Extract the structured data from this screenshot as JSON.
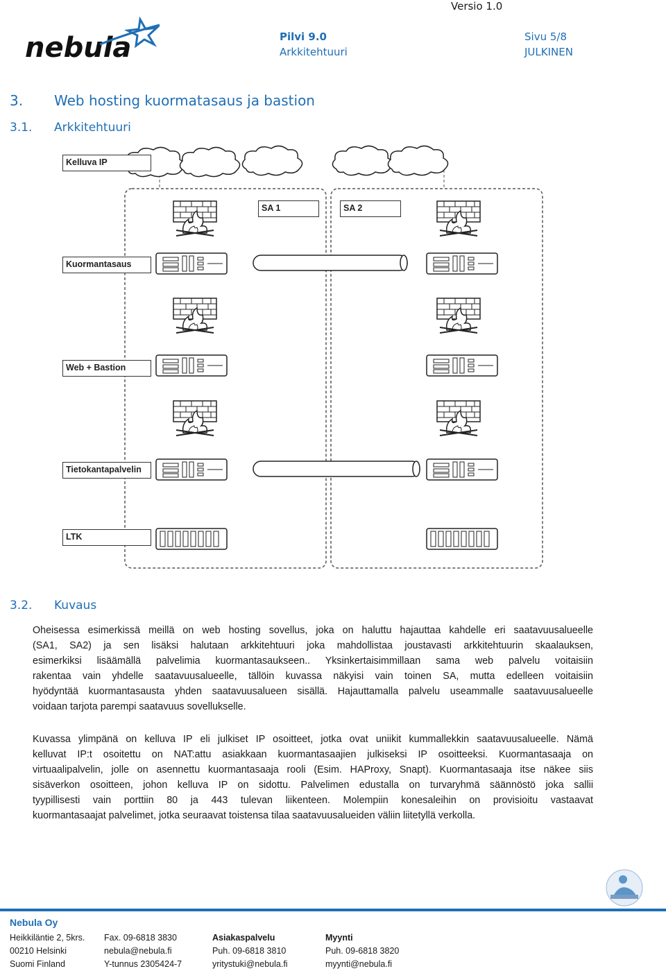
{
  "header": {
    "version": "Versio 1.0",
    "product": "Pilvi 9.0",
    "doc_title": "Arkkitehtuuri",
    "page": "Sivu 5/8",
    "classification": "JULKINEN",
    "logo_text": "nebula"
  },
  "sections": {
    "s3_number": "3.",
    "s3_title": "Web hosting kuormatasaus ja bastion",
    "s31_number": "3.1.",
    "s31_title": "Arkkitehtuuri",
    "s32_number": "3.2.",
    "s32_title": "Kuvaus"
  },
  "diagram": {
    "labels": {
      "floating_ip": "Kelluva IP",
      "sa1": "SA 1",
      "sa2": "SA 2",
      "load_balancer": "Kuormantasaus",
      "web_bastion": "Web + Bastion",
      "db_server": "Tietokantapalvelin",
      "ltk": "LTK"
    },
    "icons": [
      "cloud-icon",
      "firewall-icon",
      "server-icon",
      "storage-icon",
      "pipe-icon"
    ]
  },
  "paragraphs": {
    "p1_lines": [
      "Oheisessa esimerkissä meillä on web hosting sovellus, joka on haluttu hajauttaa kahdelle eri saatavuusalueelle",
      "(SA1, SA2) ja sen lisäksi halutaan arkkitehtuuri joka mahdollistaa joustavasti arkkitehtuurin skaalauksen,",
      "esimerkiksi lisäämällä palvelimia kuormantasaukseen.. Yksinkertaisimmillaan sama web palvelu voitaisiin",
      "rakentaa vain yhdelle saatavuusalueelle, tällöin kuvassa näkyisi vain toinen SA, mutta edelleen voitaisiin",
      "hyödyntää kuormantasausta yhden saatavuusalueen sisällä. Hajauttamalla palvelu useammalle saatavuusalueelle",
      "voidaan tarjota parempi saatavuus sovellukselle."
    ],
    "p2_lines": [
      "Kuvassa ylimpänä on kelluva IP eli julkiset IP osoitteet, jotka ovat uniikit kummallekkin saatavuusalueelle. Nämä",
      "kelluvat IP:t osoitettu on NAT:attu asiakkaan kuormantasaajien julkiseksi IP osoitteeksi. Kuormantasaaja on",
      "virtuaalipalvelin, jolle on asennettu kuormantasaaja rooli (Esim. HAProxy, Snapt). Kuormantasaaja itse näkee siis",
      "sisäverkon osoitteen, johon kelluva IP on sidottu. Palvelimen edustalla on turvaryhmä säännöstö joka sallii",
      "tyypillisesti vain porttiin 80 ja 443 tulevan liikenteen. Molempiin konesaleihin on provisioitu vastaavat",
      "kuormantasaajat palvelimet, jotka seuraavat toistensa tilaa saatavuusalueiden väliin liitetyllä verkolla."
    ]
  },
  "footer": {
    "company": "Nebula Oy",
    "col1": [
      "Heikkiläntie 2, 5krs.",
      "00210 Helsinki",
      "Suomi Finland"
    ],
    "col2": [
      "Fax. 09-6818 3830",
      "nebula@nebula.fi",
      "Y-tunnus 2305424-7"
    ],
    "col3_title": "Asiakaspalvelu",
    "col3": [
      "Puh. 09-6818 3810",
      "yritystuki@nebula.fi"
    ],
    "col4_title": "Myynti",
    "col4": [
      "Puh. 09-6818 3820",
      "myynti@nebula.fi"
    ]
  },
  "colors": {
    "accent": "#1f6fb5",
    "logo_dark": "#111111"
  }
}
